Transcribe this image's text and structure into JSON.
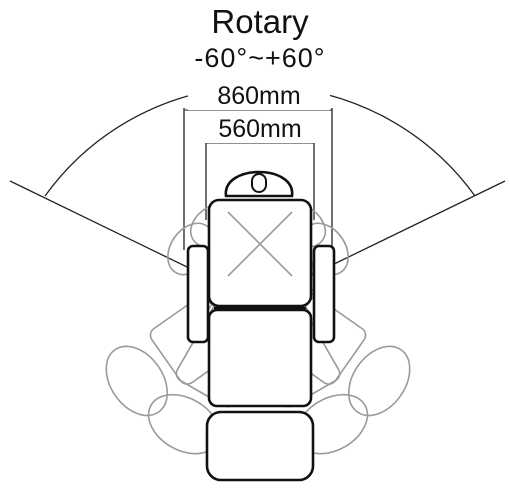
{
  "figure": {
    "title": "Rotary",
    "rotation_range": "-60°~+60°",
    "outer_dimension": "860mm",
    "inner_dimension": "560mm"
  },
  "colors": {
    "ink": "#111111",
    "ghost_outline": "#9a9a9a",
    "background": "#ffffff"
  }
}
